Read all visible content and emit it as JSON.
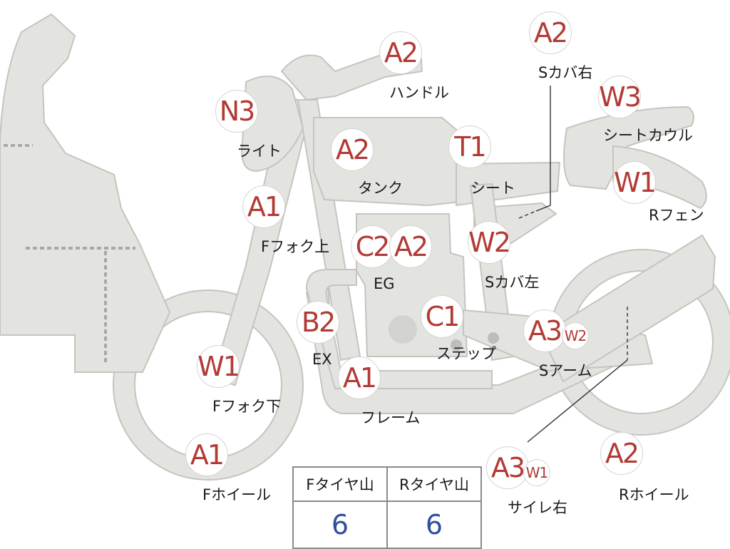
{
  "badges": {
    "handle": "A2",
    "light": "N3",
    "tank": "A2",
    "seat": "T1",
    "scover_r": "A2",
    "seatcowl": "W3",
    "rfender": "W1",
    "ffork_upper": "A1",
    "eg_c": "C2",
    "eg_a": "A2",
    "scover_l": "W2",
    "exhaust": "B2",
    "step": "C1",
    "sarm_a": "A3",
    "sarm_w": "W2",
    "ffork_lower": "W1",
    "frame": "A1",
    "fwheel": "A1",
    "silencer_a": "A3",
    "silencer_w": "W1",
    "rwheel": "A2"
  },
  "labels": {
    "handle": "ハンドル",
    "light": "ライト",
    "tank": "タンク",
    "seat": "シート",
    "scover_r": "Sカバ右",
    "seatcowl": "シートカウル",
    "rfender": "Rフェン",
    "ffork_upper": "Fフォク上",
    "engine": "EG",
    "scover_l": "Sカバ左",
    "exhaust": "EX",
    "step": "ステップ",
    "sarm": "Sアーム",
    "ffork_lower": "Fフォク下",
    "frame": "フレーム",
    "fwheel": "Fホイール",
    "silencer": "サイレ右",
    "rwheel": "Rホイール"
  },
  "tire_table": {
    "headers": [
      "Fタイヤ山",
      "Rタイヤ山"
    ],
    "values": [
      "6",
      "6"
    ]
  },
  "colors": {
    "grade_text": "#b23a35",
    "tire_value": "#2e4f9c",
    "part_fill": "#e3e3e0"
  }
}
